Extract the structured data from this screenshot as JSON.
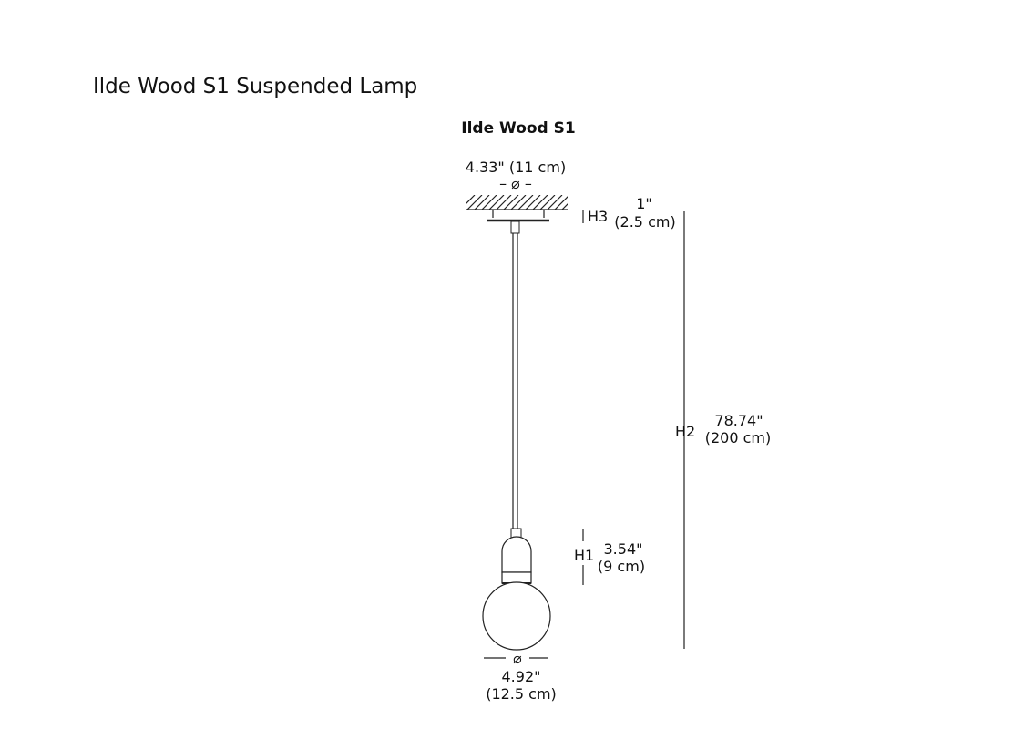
{
  "page_title": "Ilde Wood S1 Suspended Lamp",
  "drawing_title": "Ilde Wood S1",
  "canopy_diameter": {
    "symbol": "– ⌀ –",
    "value": "4.33\" (11 cm)"
  },
  "h3": {
    "label": "H3",
    "inches": "1\"",
    "cm": "(2.5 cm)"
  },
  "h2": {
    "label": "H2",
    "inches": "78.74\"",
    "cm": "(200 cm)"
  },
  "h1": {
    "label": "H1",
    "inches": "3.54\"",
    "cm": "(9 cm)"
  },
  "globe_diameter": {
    "symbol": "⌀",
    "inches": "4.92\"",
    "cm": "(12.5 cm)"
  }
}
